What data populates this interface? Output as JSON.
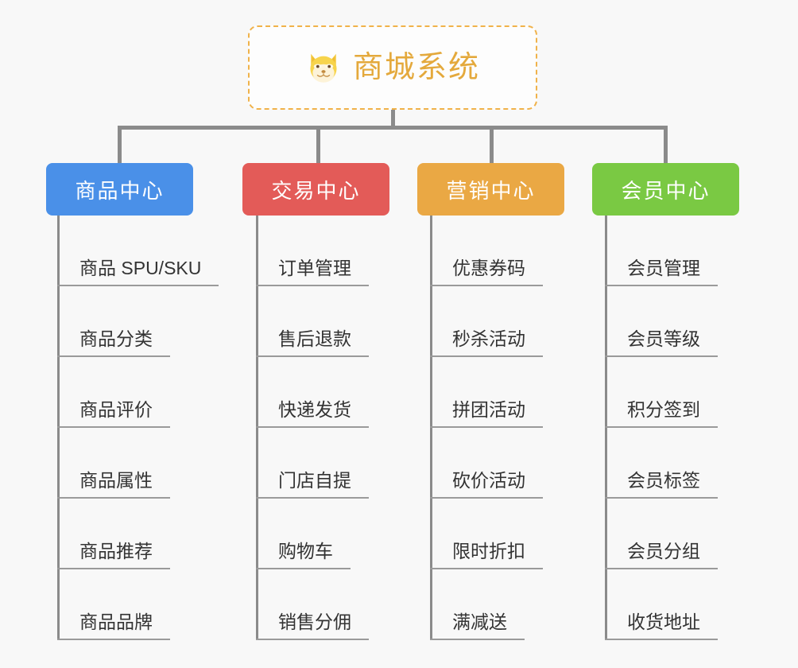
{
  "page": {
    "background_color": "#f8f8f8",
    "line_color": "#8b8b8b",
    "text_color": "#333333"
  },
  "root": {
    "title": "商城系统",
    "icon": "shiba-dog-face-emoji",
    "border_color": "#f0b24a",
    "title_color": "#e4a93c",
    "background_color": "#fdfdfd"
  },
  "columns": [
    {
      "header": "商品中心",
      "color": "#4a90e8",
      "items": [
        "商品 SPU/SKU",
        "商品分类",
        "商品评价",
        "商品属性",
        "商品推荐",
        "商品品牌"
      ]
    },
    {
      "header": "交易中心",
      "color": "#e35b58",
      "items": [
        "订单管理",
        "售后退款",
        "快递发货",
        "门店自提",
        "购物车",
        "销售分佣"
      ]
    },
    {
      "header": "营销中心",
      "color": "#eaa844",
      "items": [
        "优惠券码",
        "秒杀活动",
        "拼团活动",
        "砍价活动",
        "限时折扣",
        "满减送"
      ]
    },
    {
      "header": "会员中心",
      "color": "#7ac943",
      "items": [
        "会员管理",
        "会员等级",
        "积分签到",
        "会员标签",
        "会员分组",
        "收货地址"
      ]
    }
  ]
}
